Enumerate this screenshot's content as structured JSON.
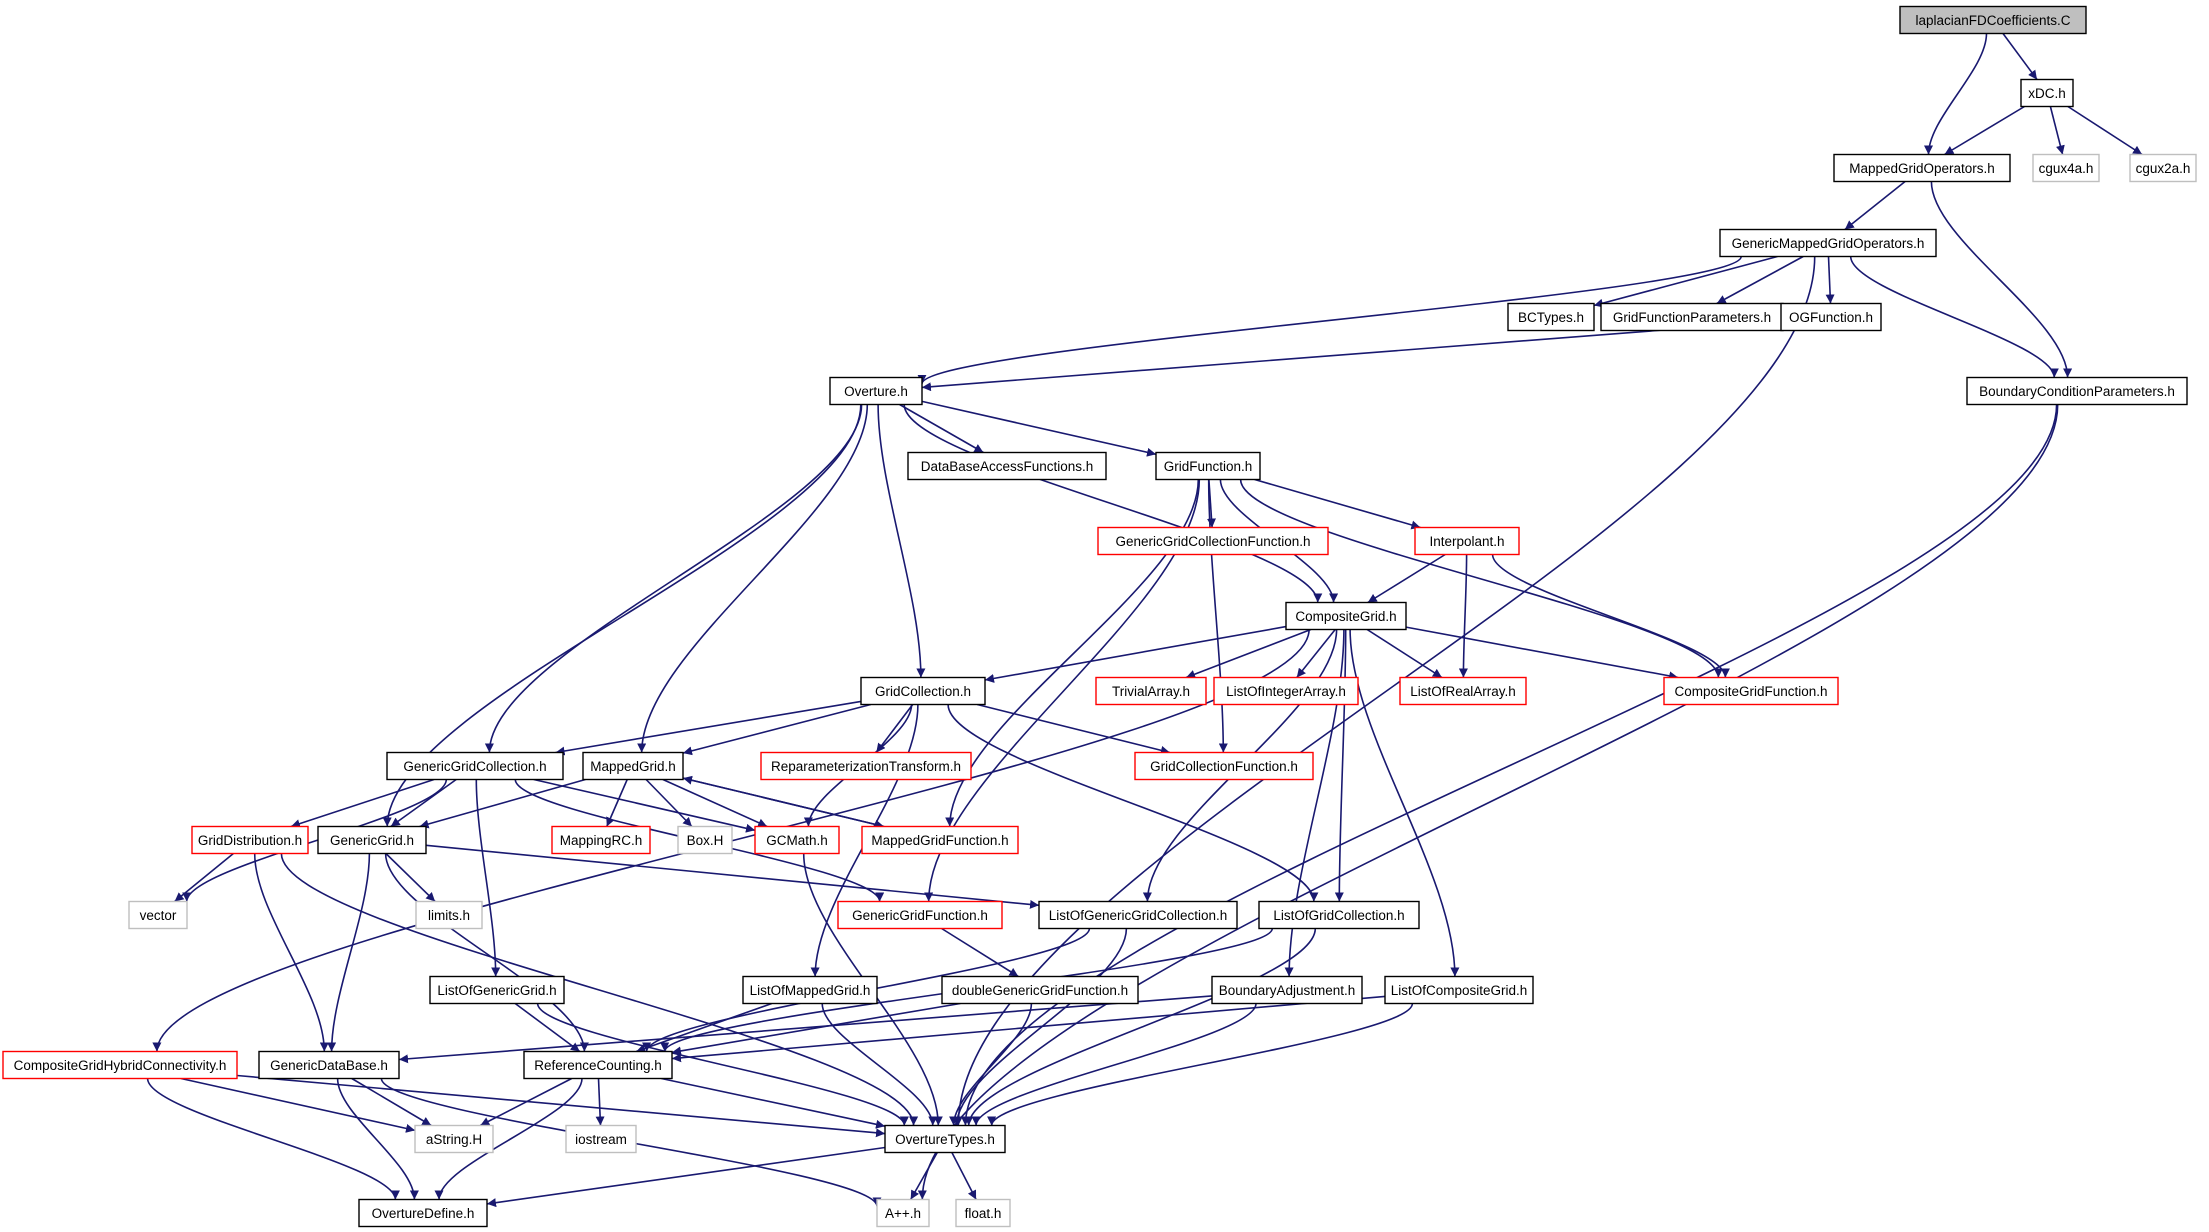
{
  "colors": {
    "edge": "#191970",
    "root_fill": "#bfbfbf",
    "normal_border": "#000000",
    "truncated_border": "#ff0000",
    "external_border": "#bfbfbf"
  },
  "nodes": [
    {
      "id": "n0",
      "label": "laplacianFDCoefficients.C",
      "kind": "root"
    },
    {
      "id": "n1",
      "label": "xDC.h",
      "kind": "normal"
    },
    {
      "id": "n2",
      "label": "MappedGridOperators.h",
      "kind": "normal"
    },
    {
      "id": "n3",
      "label": "cgux4a.h",
      "kind": "external"
    },
    {
      "id": "n4",
      "label": "cgux2a.h",
      "kind": "external"
    },
    {
      "id": "n5",
      "label": "GenericMappedGridOperators.h",
      "kind": "normal"
    },
    {
      "id": "n6",
      "label": "BCTypes.h",
      "kind": "normal"
    },
    {
      "id": "n7",
      "label": "GridFunctionParameters.h",
      "kind": "normal"
    },
    {
      "id": "n8",
      "label": "OGFunction.h",
      "kind": "normal"
    },
    {
      "id": "n9",
      "label": "Overture.h",
      "kind": "normal"
    },
    {
      "id": "n10",
      "label": "BoundaryConditionParameters.h",
      "kind": "normal"
    },
    {
      "id": "n11",
      "label": "DataBaseAccessFunctions.h",
      "kind": "normal"
    },
    {
      "id": "n12",
      "label": "GridFunction.h",
      "kind": "normal"
    },
    {
      "id": "n13",
      "label": "GenericGridCollectionFunction.h",
      "kind": "truncated"
    },
    {
      "id": "n14",
      "label": "Interpolant.h",
      "kind": "truncated"
    },
    {
      "id": "n15",
      "label": "CompositeGrid.h",
      "kind": "normal"
    },
    {
      "id": "n16",
      "label": "GridCollection.h",
      "kind": "normal"
    },
    {
      "id": "n17",
      "label": "TrivialArray.h",
      "kind": "truncated"
    },
    {
      "id": "n18",
      "label": "ListOfIntegerArray.h",
      "kind": "truncated"
    },
    {
      "id": "n19",
      "label": "ListOfRealArray.h",
      "kind": "truncated"
    },
    {
      "id": "n20",
      "label": "CompositeGridFunction.h",
      "kind": "truncated"
    },
    {
      "id": "n21",
      "label": "GenericGridCollection.h",
      "kind": "normal"
    },
    {
      "id": "n22",
      "label": "MappedGrid.h",
      "kind": "normal"
    },
    {
      "id": "n23",
      "label": "ReparameterizationTransform.h",
      "kind": "truncated"
    },
    {
      "id": "n24",
      "label": "GridCollectionFunction.h",
      "kind": "truncated"
    },
    {
      "id": "n25",
      "label": "GridDistribution.h",
      "kind": "truncated"
    },
    {
      "id": "n26",
      "label": "GenericGrid.h",
      "kind": "normal"
    },
    {
      "id": "n27",
      "label": "MappingRC.h",
      "kind": "truncated"
    },
    {
      "id": "n28",
      "label": "Box.H",
      "kind": "external"
    },
    {
      "id": "n29",
      "label": "GCMath.h",
      "kind": "truncated"
    },
    {
      "id": "n30",
      "label": "MappedGridFunction.h",
      "kind": "truncated"
    },
    {
      "id": "n31",
      "label": "vector",
      "kind": "external"
    },
    {
      "id": "n32",
      "label": "limits.h",
      "kind": "external"
    },
    {
      "id": "n33",
      "label": "GenericGridFunction.h",
      "kind": "truncated"
    },
    {
      "id": "n34",
      "label": "ListOfGenericGridCollection.h",
      "kind": "normal"
    },
    {
      "id": "n35",
      "label": "ListOfGridCollection.h",
      "kind": "normal"
    },
    {
      "id": "n36",
      "label": "ListOfGenericGrid.h",
      "kind": "normal"
    },
    {
      "id": "n37",
      "label": "ListOfMappedGrid.h",
      "kind": "normal"
    },
    {
      "id": "n38",
      "label": "doubleGenericGridFunction.h",
      "kind": "normal"
    },
    {
      "id": "n39",
      "label": "BoundaryAdjustment.h",
      "kind": "normal"
    },
    {
      "id": "n40",
      "label": "ListOfCompositeGrid.h",
      "kind": "normal"
    },
    {
      "id": "n41",
      "label": "CompositeGridHybridConnectivity.h",
      "kind": "truncated"
    },
    {
      "id": "n42",
      "label": "GenericDataBase.h",
      "kind": "normal"
    },
    {
      "id": "n43",
      "label": "ReferenceCounting.h",
      "kind": "normal"
    },
    {
      "id": "n44",
      "label": "aString.H",
      "kind": "external"
    },
    {
      "id": "n45",
      "label": "iostream",
      "kind": "external"
    },
    {
      "id": "n46",
      "label": "OvertureTypes.h",
      "kind": "normal"
    },
    {
      "id": "n47",
      "label": "OvertureDefine.h",
      "kind": "normal"
    },
    {
      "id": "n48",
      "label": "A++.h",
      "kind": "external"
    },
    {
      "id": "n49",
      "label": "float.h",
      "kind": "external"
    }
  ],
  "edges": [
    [
      "n0",
      "n1"
    ],
    [
      "n0",
      "n2"
    ],
    [
      "n1",
      "n2"
    ],
    [
      "n1",
      "n3"
    ],
    [
      "n1",
      "n4"
    ],
    [
      "n2",
      "n5"
    ],
    [
      "n2",
      "n10"
    ],
    [
      "n5",
      "n9"
    ],
    [
      "n5",
      "n6"
    ],
    [
      "n5",
      "n7"
    ],
    [
      "n5",
      "n8"
    ],
    [
      "n5",
      "n10"
    ],
    [
      "n5",
      "n46"
    ],
    [
      "n8",
      "n9"
    ],
    [
      "n9",
      "n11"
    ],
    [
      "n9",
      "n12"
    ],
    [
      "n9",
      "n15"
    ],
    [
      "n9",
      "n16"
    ],
    [
      "n9",
      "n21"
    ],
    [
      "n9",
      "n22"
    ],
    [
      "n9",
      "n26"
    ],
    [
      "n10",
      "n46"
    ],
    [
      "n10",
      "n48"
    ],
    [
      "n12",
      "n13"
    ],
    [
      "n12",
      "n14"
    ],
    [
      "n12",
      "n15"
    ],
    [
      "n12",
      "n20"
    ],
    [
      "n12",
      "n24"
    ],
    [
      "n12",
      "n30"
    ],
    [
      "n12",
      "n33"
    ],
    [
      "n14",
      "n15"
    ],
    [
      "n14",
      "n19"
    ],
    [
      "n14",
      "n20"
    ],
    [
      "n15",
      "n16"
    ],
    [
      "n15",
      "n17"
    ],
    [
      "n15",
      "n18"
    ],
    [
      "n15",
      "n19"
    ],
    [
      "n15",
      "n20"
    ],
    [
      "n15",
      "n34"
    ],
    [
      "n15",
      "n35"
    ],
    [
      "n15",
      "n39"
    ],
    [
      "n15",
      "n40"
    ],
    [
      "n15",
      "n41"
    ],
    [
      "n16",
      "n21"
    ],
    [
      "n16",
      "n22"
    ],
    [
      "n16",
      "n23"
    ],
    [
      "n16",
      "n24"
    ],
    [
      "n16",
      "n29"
    ],
    [
      "n16",
      "n35"
    ],
    [
      "n16",
      "n37"
    ],
    [
      "n21",
      "n25"
    ],
    [
      "n21",
      "n26"
    ],
    [
      "n21",
      "n29"
    ],
    [
      "n21",
      "n31"
    ],
    [
      "n21",
      "n33"
    ],
    [
      "n21",
      "n36"
    ],
    [
      "n22",
      "n26"
    ],
    [
      "n22",
      "n27"
    ],
    [
      "n22",
      "n28"
    ],
    [
      "n22",
      "n29"
    ],
    [
      "n22",
      "n30"
    ],
    [
      "n30",
      "n22"
    ],
    [
      "n25",
      "n31"
    ],
    [
      "n25",
      "n42"
    ],
    [
      "n25",
      "n46"
    ],
    [
      "n26",
      "n32"
    ],
    [
      "n26",
      "n34"
    ],
    [
      "n26",
      "n42"
    ],
    [
      "n26",
      "n43"
    ],
    [
      "n29",
      "n46"
    ],
    [
      "n33",
      "n38"
    ],
    [
      "n34",
      "n43"
    ],
    [
      "n34",
      "n46"
    ],
    [
      "n35",
      "n43"
    ],
    [
      "n35",
      "n46"
    ],
    [
      "n36",
      "n43"
    ],
    [
      "n36",
      "n46"
    ],
    [
      "n37",
      "n43"
    ],
    [
      "n37",
      "n46"
    ],
    [
      "n38",
      "n43"
    ],
    [
      "n38",
      "n46"
    ],
    [
      "n39",
      "n42"
    ],
    [
      "n39",
      "n46"
    ],
    [
      "n40",
      "n43"
    ],
    [
      "n40",
      "n46"
    ],
    [
      "n41",
      "n44"
    ],
    [
      "n41",
      "n46"
    ],
    [
      "n41",
      "n47"
    ],
    [
      "n42",
      "n44"
    ],
    [
      "n42",
      "n47"
    ],
    [
      "n42",
      "n48"
    ],
    [
      "n43",
      "n44"
    ],
    [
      "n43",
      "n45"
    ],
    [
      "n43",
      "n46"
    ],
    [
      "n43",
      "n47"
    ],
    [
      "n46",
      "n47"
    ],
    [
      "n46",
      "n48"
    ],
    [
      "n46",
      "n49"
    ]
  ]
}
